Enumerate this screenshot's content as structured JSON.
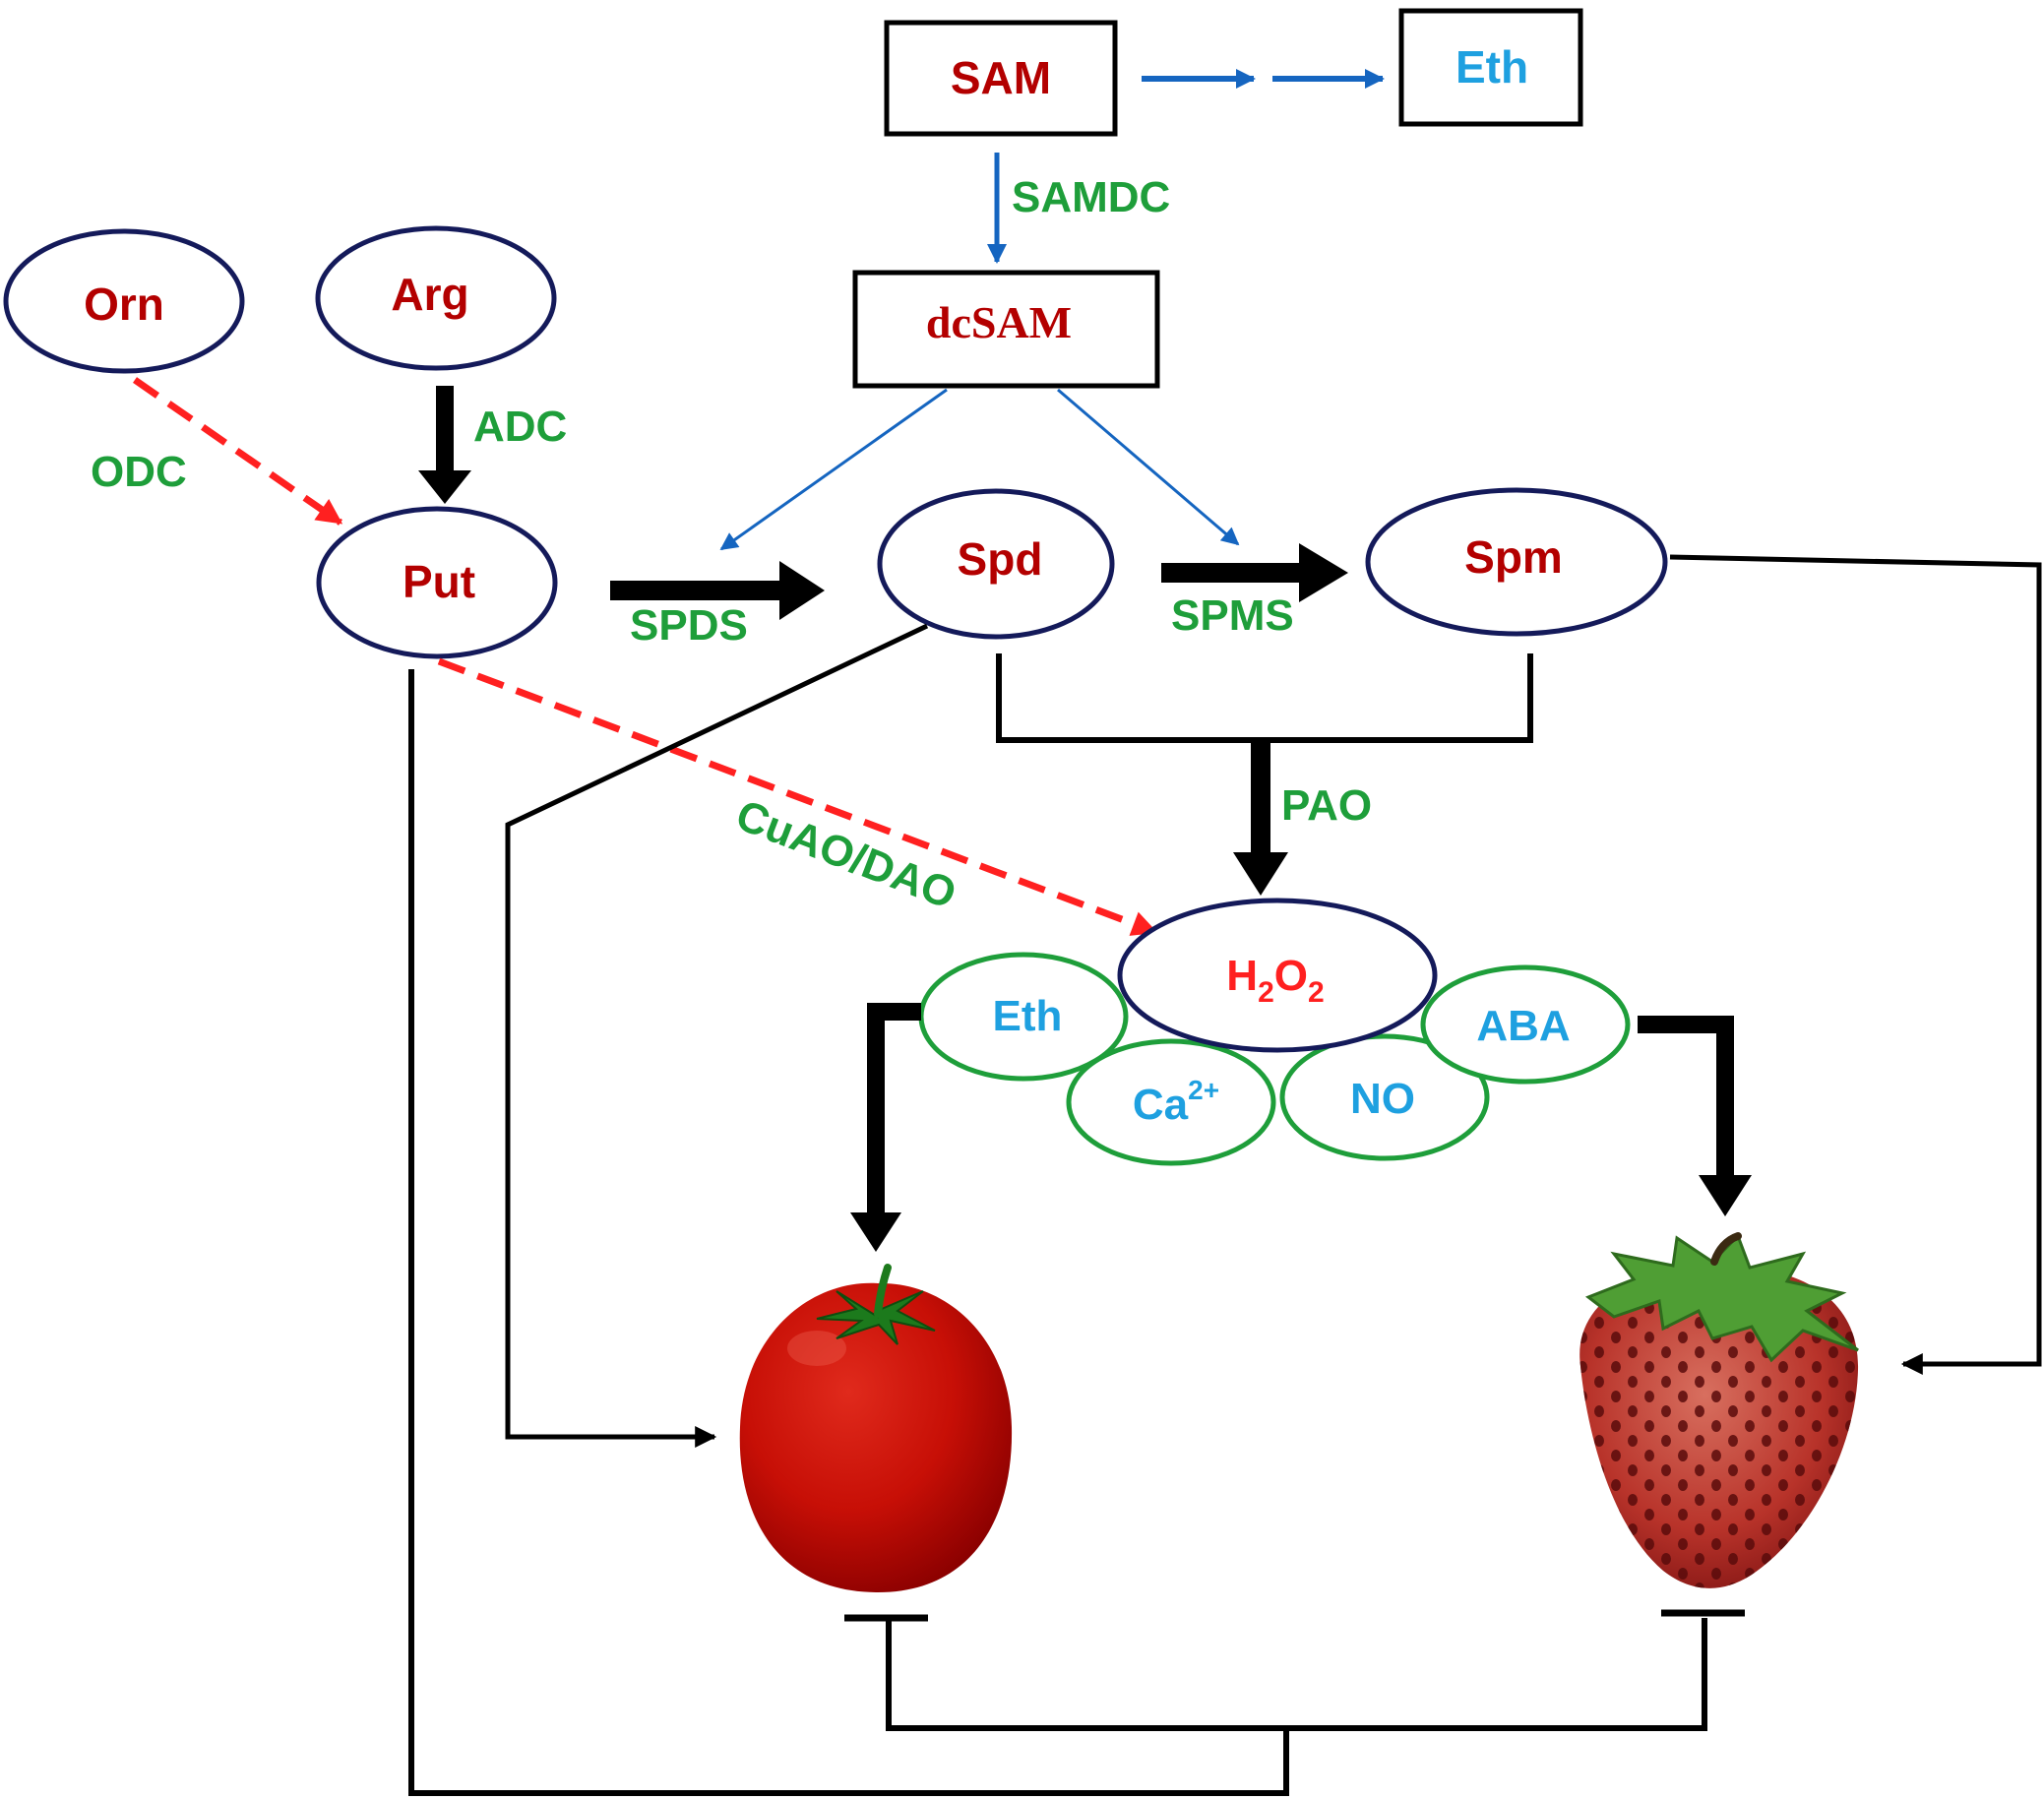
{
  "nodes": {
    "sam": "SAM",
    "eth_top": "Eth",
    "dcsam": "dcSAM",
    "orn": "Orn",
    "arg": "Arg",
    "put": "Put",
    "spd": "Spd",
    "spm": "Spm",
    "h2o2": {
      "main_h": "H",
      "sub1": "2",
      "main_o": "O",
      "sub2": "2"
    },
    "eth_signal": "Eth",
    "ca": {
      "base": "Ca",
      "sup": "2+"
    },
    "no": "NO",
    "aba": "ABA"
  },
  "enzymes": {
    "samdc": "SAMDC",
    "adc": "ADC",
    "odc": "ODC",
    "spds": "SPDS",
    "spms": "SPMS",
    "pao": "PAO",
    "cuao": "CuAO/DAO"
  },
  "colors": {
    "node_text": "#b30000",
    "signal_text": "#1ea0e0",
    "enzyme_text": "#1e9e3a",
    "ellipse_stroke": "#141a5a",
    "signal_stroke": "#1e9e3a",
    "blue_arrow": "#1565c0",
    "red_dashed": "#ff2020",
    "line": "#000000"
  },
  "icons": [
    "tomato-icon",
    "strawberry-icon"
  ]
}
